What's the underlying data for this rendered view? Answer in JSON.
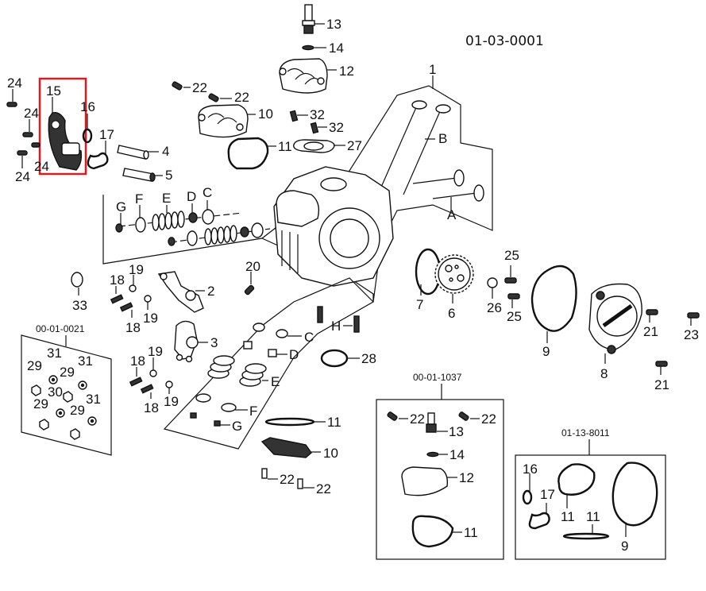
{
  "diagram": {
    "reference_code": "01-03-0001",
    "highlight_color": "#e0191f",
    "highlighted_part": "15",
    "kits": [
      {
        "code": "00-01-0021",
        "labels": [
          "31",
          "29",
          "29",
          "31",
          "30",
          "29",
          "29",
          "31"
        ]
      },
      {
        "code": "00-01-1037",
        "labels": [
          "22",
          "22",
          "13",
          "14",
          "12",
          "11"
        ]
      },
      {
        "code": "01-13-8011",
        "labels": [
          "16",
          "17",
          "11",
          "11",
          "9"
        ]
      }
    ],
    "callouts": {
      "p1": "1",
      "p2": "2",
      "p3": "3",
      "p4": "4",
      "p5": "5",
      "p6": "6",
      "p7": "7",
      "p8": "8",
      "p9": "9",
      "p10a": "10",
      "p10b": "10",
      "p11a": "11",
      "p11b": "11",
      "p12": "12",
      "p13": "13",
      "p14": "14",
      "p15": "15",
      "p16": "16",
      "p17": "17",
      "p18a": "18",
      "p18b": "18",
      "p18c": "18",
      "p18d": "18",
      "p19a": "19",
      "p19b": "19",
      "p19c": "19",
      "p19d": "19",
      "p20": "20",
      "p21a": "21",
      "p21b": "21",
      "p22a": "22",
      "p22b": "22",
      "p22c": "22",
      "p22d": "22",
      "p23": "23",
      "p24a": "24",
      "p24b": "24",
      "p24c": "24",
      "p24d": "24",
      "p25a": "25",
      "p25b": "25",
      "p26": "26",
      "p27": "27",
      "p28": "28",
      "p32a": "32",
      "p32b": "32",
      "A": "A",
      "B": "B",
      "C1": "C",
      "D1": "D",
      "E1": "E",
      "F1": "F",
      "G1": "G",
      "C2": "C",
      "D2": "D",
      "E2": "E",
      "F2": "F",
      "G2": "G",
      "H": "H"
    },
    "kit_1037": {
      "p22a": "22",
      "p22b": "22",
      "p13": "13",
      "p14": "14",
      "p12": "12",
      "p11": "11"
    },
    "kit_8011": {
      "p16": "16",
      "p17": "17",
      "p11a": "11",
      "p11b": "11",
      "p9": "9"
    },
    "kit_0021": {
      "p31a": "31",
      "p29a": "29",
      "p29b": "29",
      "p31b": "31",
      "p30": "30",
      "p29c": "29",
      "p29d": "29",
      "p31c": "31"
    }
  }
}
